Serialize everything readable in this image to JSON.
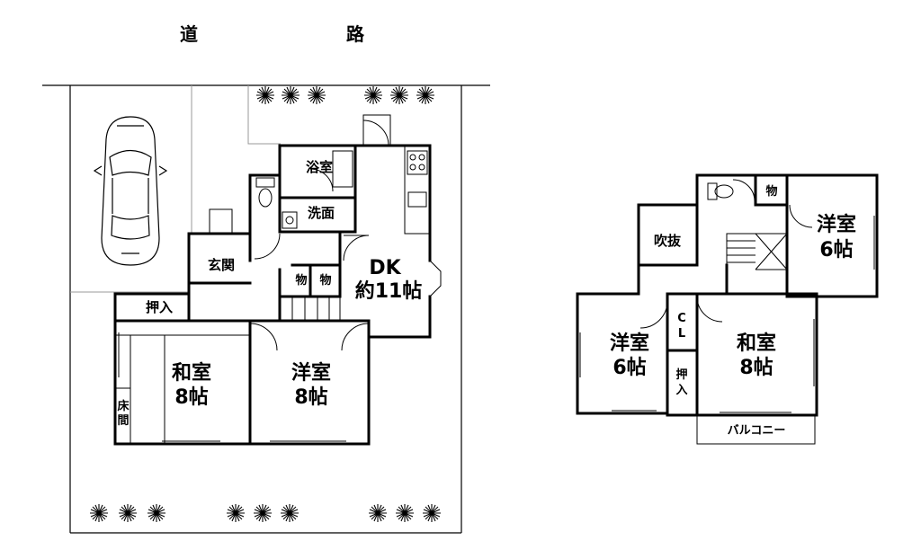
{
  "road": {
    "char1": "道",
    "char2": "路"
  },
  "floor1": {
    "rooms": {
      "bath": "浴室",
      "washroom": "洗面",
      "entrance": "玄関",
      "storage_1": "物",
      "storage_2": "物",
      "dk": {
        "line1": "DK",
        "line2": "約11帖"
      },
      "closet": "押入",
      "tokonoma": {
        "line1": "床",
        "line2": "間"
      },
      "washitsu": {
        "line1": "和室",
        "line2": "8帖"
      },
      "youshitsu": {
        "line1": "洋室",
        "line2": "8帖"
      }
    }
  },
  "floor2": {
    "rooms": {
      "storage": "物",
      "fukinuke": "吹抜",
      "youshitsu_ne": {
        "line1": "洋室",
        "line2": "6帖"
      },
      "youshitsu_w": {
        "line1": "洋室",
        "line2": "6帖"
      },
      "cl": {
        "line1": "C",
        "line2": "L"
      },
      "closet": {
        "line1": "押",
        "line2": "入"
      },
      "washitsu": {
        "line1": "和室",
        "line2": "8帖"
      },
      "balcony": "バルコニー"
    }
  }
}
